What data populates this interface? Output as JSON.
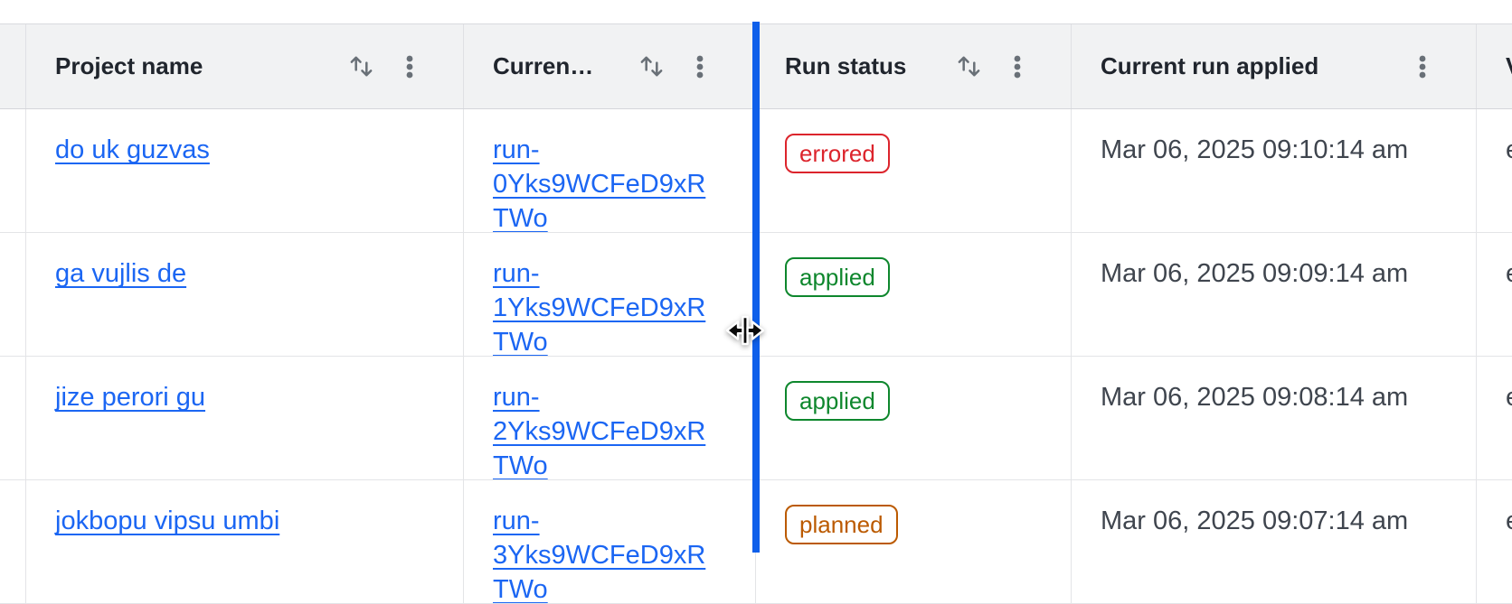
{
  "table": {
    "columns": [
      {
        "id": "edge",
        "label": "",
        "sortable": false,
        "menu": false,
        "type": "empty"
      },
      {
        "id": "project-name",
        "label": "Project name",
        "sortable": true,
        "menu": true,
        "type": "project"
      },
      {
        "id": "current-run",
        "label": "Curren…",
        "sortable": true,
        "menu": true,
        "type": "run"
      },
      {
        "id": "run-status",
        "label": "Run status",
        "sortable": true,
        "menu": true,
        "type": "status"
      },
      {
        "id": "current-run-applied",
        "label": "Current run applied",
        "sortable": false,
        "menu": true,
        "type": "applied"
      },
      {
        "id": "clipped-column",
        "label": "V",
        "sortable": false,
        "menu": false,
        "type": "extra"
      }
    ],
    "rows": [
      {
        "project": "do uk guzvas",
        "run": "run-0Yks9WCFeD9xRTWo",
        "status": "errored",
        "applied": "Mar 06, 2025 09:10:14 am",
        "extra": "e"
      },
      {
        "project": "ga vujlis de",
        "run": "run-1Yks9WCFeD9xRTWo",
        "status": "applied",
        "applied": "Mar 06, 2025 09:09:14 am",
        "extra": "e"
      },
      {
        "project": "jize perori gu",
        "run": "run-2Yks9WCFeD9xRTWo",
        "status": "applied",
        "applied": "Mar 06, 2025 09:08:14 am",
        "extra": "e"
      },
      {
        "project": "jokbopu vipsu umbi",
        "run": "run-3Yks9WCFeD9xRTWo",
        "status": "planned",
        "applied": "Mar 06, 2025 09:07:14 am",
        "extra": "e"
      }
    ]
  },
  "status_colors": {
    "errored": "#dc242c",
    "applied": "#0e872d",
    "planned": "#bb5a00"
  },
  "colors": {
    "link_blue": "#1b66f3",
    "resize_indicator_blue": "#0e5fea",
    "header_bg": "#f1f2f3",
    "header_text": "#20252d",
    "body_text": "#3f454e",
    "row_border": "#e3e4e7",
    "icon_gray": "#697077"
  },
  "icons": {
    "sort": "arrow-up-arrow-down",
    "column_menu": "kebab-vertical-dots",
    "cursor": "col-resize-double-arrow"
  },
  "interaction": {
    "state": "column-resize-in-progress"
  }
}
